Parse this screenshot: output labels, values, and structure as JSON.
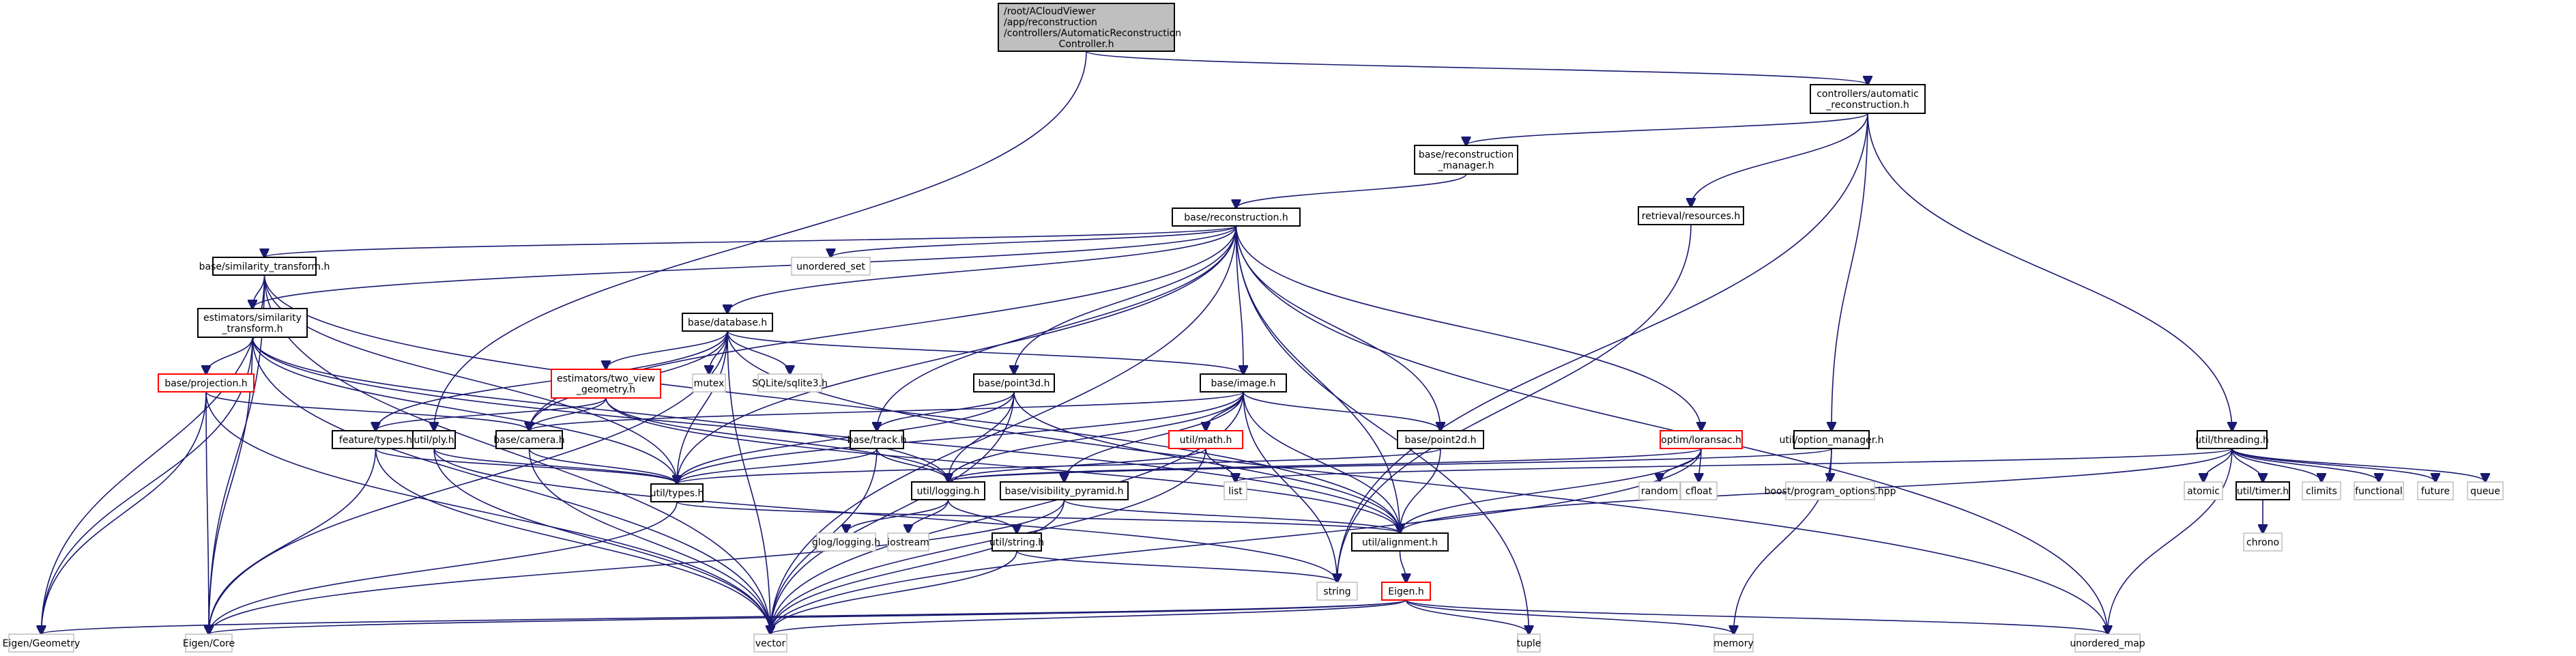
{
  "diagram": {
    "type": "include-dependency-graph",
    "colors": {
      "edge": "#191970",
      "root_fill": "#bfbfbf",
      "documented_border": "#000000",
      "incomplete_border": "#ff0000",
      "external_border": "#bfbfbf"
    },
    "nodes": [
      {
        "id": "root",
        "label": [
          "/root/ACloudViewer",
          "/app/reconstruction",
          "/controllers/AutomaticReconstruction",
          "Controller.h"
        ],
        "kind": "root"
      },
      {
        "id": "ctrl_auto",
        "label": [
          "controllers/automatic",
          "_reconstruction.h"
        ],
        "kind": "documented"
      },
      {
        "id": "recon_mgr",
        "label": [
          "base/reconstruction",
          "_manager.h"
        ],
        "kind": "documented"
      },
      {
        "id": "retrieval",
        "label": [
          "retrieval/resources.h"
        ],
        "kind": "documented"
      },
      {
        "id": "recon",
        "label": [
          "base/reconstruction.h"
        ],
        "kind": "documented"
      },
      {
        "id": "unordered_set",
        "label": [
          "unordered_set"
        ],
        "kind": "external"
      },
      {
        "id": "sim_tf",
        "label": [
          "base/similarity_transform.h"
        ],
        "kind": "documented"
      },
      {
        "id": "est_sim",
        "label": [
          "estimators/similarity",
          "_transform.h"
        ],
        "kind": "documented"
      },
      {
        "id": "database",
        "label": [
          "base/database.h"
        ],
        "kind": "documented"
      },
      {
        "id": "projection",
        "label": [
          "base/projection.h"
        ],
        "kind": "incomplete"
      },
      {
        "id": "two_view",
        "label": [
          "estimators/two_view",
          "_geometry.h"
        ],
        "kind": "incomplete"
      },
      {
        "id": "mutex",
        "label": [
          "mutex"
        ],
        "kind": "external"
      },
      {
        "id": "sqlite",
        "label": [
          "SQLite/sqlite3.h"
        ],
        "kind": "external"
      },
      {
        "id": "point3d",
        "label": [
          "base/point3d.h"
        ],
        "kind": "documented"
      },
      {
        "id": "image",
        "label": [
          "base/image.h"
        ],
        "kind": "documented"
      },
      {
        "id": "feature_types",
        "label": [
          "feature/types.h"
        ],
        "kind": "documented"
      },
      {
        "id": "ply",
        "label": [
          "util/ply.h"
        ],
        "kind": "documented"
      },
      {
        "id": "camera",
        "label": [
          "base/camera.h"
        ],
        "kind": "documented"
      },
      {
        "id": "track",
        "label": [
          "base/track.h"
        ],
        "kind": "documented"
      },
      {
        "id": "math",
        "label": [
          "util/math.h"
        ],
        "kind": "incomplete"
      },
      {
        "id": "point2d",
        "label": [
          "base/point2d.h"
        ],
        "kind": "documented"
      },
      {
        "id": "loransac",
        "label": [
          "optim/loransac.h"
        ],
        "kind": "incomplete"
      },
      {
        "id": "option_mgr",
        "label": [
          "util/option_manager.h"
        ],
        "kind": "documented"
      },
      {
        "id": "threading",
        "label": [
          "util/threading.h"
        ],
        "kind": "documented"
      },
      {
        "id": "list",
        "label": [
          "list"
        ],
        "kind": "external"
      },
      {
        "id": "random",
        "label": [
          "random"
        ],
        "kind": "external"
      },
      {
        "id": "cfloat",
        "label": [
          "cfloat"
        ],
        "kind": "external"
      },
      {
        "id": "boost_po",
        "label": [
          "boost/program_options.hpp"
        ],
        "kind": "external"
      },
      {
        "id": "atomic",
        "label": [
          "atomic"
        ],
        "kind": "external"
      },
      {
        "id": "timer",
        "label": [
          "util/timer.h"
        ],
        "kind": "documented"
      },
      {
        "id": "climits",
        "label": [
          "climits"
        ],
        "kind": "external"
      },
      {
        "id": "functional",
        "label": [
          "functional"
        ],
        "kind": "external"
      },
      {
        "id": "future",
        "label": [
          "future"
        ],
        "kind": "external"
      },
      {
        "id": "queue",
        "label": [
          "queue"
        ],
        "kind": "external"
      },
      {
        "id": "chrono",
        "label": [
          "chrono"
        ],
        "kind": "external"
      },
      {
        "id": "util_types",
        "label": [
          "util/types.h"
        ],
        "kind": "documented"
      },
      {
        "id": "logging",
        "label": [
          "util/logging.h"
        ],
        "kind": "documented"
      },
      {
        "id": "vis_pyr",
        "label": [
          "base/visibility_pyramid.h"
        ],
        "kind": "documented"
      },
      {
        "id": "alignment",
        "label": [
          "util/alignment.h"
        ],
        "kind": "documented"
      },
      {
        "id": "glog",
        "label": [
          "glog/logging.h"
        ],
        "kind": "external"
      },
      {
        "id": "iostream",
        "label": [
          "iostream"
        ],
        "kind": "external"
      },
      {
        "id": "util_string",
        "label": [
          "util/string.h"
        ],
        "kind": "documented"
      },
      {
        "id": "string",
        "label": [
          "string"
        ],
        "kind": "external"
      },
      {
        "id": "eigen_h",
        "label": [
          "Eigen.h"
        ],
        "kind": "incomplete"
      },
      {
        "id": "eigen_geom",
        "label": [
          "Eigen/Geometry"
        ],
        "kind": "external"
      },
      {
        "id": "eigen_core",
        "label": [
          "Eigen/Core"
        ],
        "kind": "external"
      },
      {
        "id": "vector",
        "label": [
          "vector"
        ],
        "kind": "external"
      },
      {
        "id": "tuple",
        "label": [
          "tuple"
        ],
        "kind": "external"
      },
      {
        "id": "memory",
        "label": [
          "memory"
        ],
        "kind": "external"
      },
      {
        "id": "unordered_map",
        "label": [
          "unordered_map"
        ],
        "kind": "external"
      }
    ],
    "edges": [
      [
        "root",
        "ctrl_auto"
      ],
      [
        "root",
        "ply"
      ],
      [
        "ctrl_auto",
        "recon_mgr"
      ],
      [
        "ctrl_auto",
        "retrieval"
      ],
      [
        "ctrl_auto",
        "string"
      ],
      [
        "ctrl_auto",
        "option_mgr"
      ],
      [
        "ctrl_auto",
        "threading"
      ],
      [
        "recon_mgr",
        "recon"
      ],
      [
        "retrieval",
        "string"
      ],
      [
        "recon",
        "unordered_set"
      ],
      [
        "recon",
        "sim_tf"
      ],
      [
        "recon",
        "est_sim"
      ],
      [
        "recon",
        "database"
      ],
      [
        "recon",
        "camera"
      ],
      [
        "recon",
        "point3d"
      ],
      [
        "recon",
        "image"
      ],
      [
        "recon",
        "track"
      ],
      [
        "recon",
        "point2d"
      ],
      [
        "recon",
        "loransac"
      ],
      [
        "recon",
        "util_types"
      ],
      [
        "recon",
        "alignment"
      ],
      [
        "recon",
        "vector"
      ],
      [
        "recon",
        "tuple"
      ],
      [
        "recon",
        "unordered_map"
      ],
      [
        "sim_tf",
        "est_sim"
      ],
      [
        "sim_tf",
        "eigen_geom"
      ],
      [
        "sim_tf",
        "eigen_core"
      ],
      [
        "sim_tf",
        "util_types"
      ],
      [
        "sim_tf",
        "alignment"
      ],
      [
        "sim_tf",
        "vector"
      ],
      [
        "est_sim",
        "projection"
      ],
      [
        "est_sim",
        "eigen_geom"
      ],
      [
        "est_sim",
        "eigen_core"
      ],
      [
        "est_sim",
        "util_types"
      ],
      [
        "est_sim",
        "logging"
      ],
      [
        "est_sim",
        "alignment"
      ],
      [
        "est_sim",
        "vector"
      ],
      [
        "database",
        "camera"
      ],
      [
        "database",
        "two_view"
      ],
      [
        "database",
        "mutex"
      ],
      [
        "database",
        "sqlite"
      ],
      [
        "database",
        "image"
      ],
      [
        "database",
        "feature_types"
      ],
      [
        "database",
        "util_types"
      ],
      [
        "database",
        "eigen_core"
      ],
      [
        "database",
        "vector"
      ],
      [
        "database",
        "unordered_map"
      ],
      [
        "projection",
        "camera"
      ],
      [
        "projection",
        "eigen_geom"
      ],
      [
        "projection",
        "eigen_core"
      ],
      [
        "projection",
        "vector"
      ],
      [
        "two_view",
        "camera"
      ],
      [
        "two_view",
        "feature_types"
      ],
      [
        "two_view",
        "logging"
      ],
      [
        "two_view",
        "alignment"
      ],
      [
        "point3d",
        "track"
      ],
      [
        "point3d",
        "util_types"
      ],
      [
        "point3d",
        "logging"
      ],
      [
        "point3d",
        "alignment"
      ],
      [
        "point3d",
        "vector"
      ],
      [
        "image",
        "camera"
      ],
      [
        "image",
        "math"
      ],
      [
        "image",
        "point2d"
      ],
      [
        "image",
        "vis_pyr"
      ],
      [
        "image",
        "util_types"
      ],
      [
        "image",
        "logging"
      ],
      [
        "image",
        "alignment"
      ],
      [
        "image",
        "string"
      ],
      [
        "image",
        "vector"
      ],
      [
        "feature_types",
        "util_types"
      ],
      [
        "feature_types",
        "eigen_core"
      ],
      [
        "feature_types",
        "vector"
      ],
      [
        "ply",
        "util_types"
      ],
      [
        "ply",
        "string"
      ],
      [
        "ply",
        "vector"
      ],
      [
        "camera",
        "util_types"
      ],
      [
        "camera",
        "vector"
      ],
      [
        "track",
        "util_types"
      ],
      [
        "track",
        "logging"
      ],
      [
        "track",
        "vector"
      ],
      [
        "math",
        "list"
      ],
      [
        "math",
        "logging"
      ],
      [
        "math",
        "vector"
      ],
      [
        "point2d",
        "util_types"
      ],
      [
        "point2d",
        "alignment"
      ],
      [
        "loransac",
        "random"
      ],
      [
        "loransac",
        "cfloat"
      ],
      [
        "loransac",
        "logging"
      ],
      [
        "loransac",
        "alignment"
      ],
      [
        "loransac",
        "vector"
      ],
      [
        "option_mgr",
        "boost_po"
      ],
      [
        "option_mgr",
        "logging"
      ],
      [
        "option_mgr",
        "memory"
      ],
      [
        "threading",
        "atomic"
      ],
      [
        "threading",
        "timer"
      ],
      [
        "threading",
        "climits"
      ],
      [
        "threading",
        "functional"
      ],
      [
        "threading",
        "future"
      ],
      [
        "threading",
        "queue"
      ],
      [
        "threading",
        "list"
      ],
      [
        "threading",
        "alignment"
      ],
      [
        "threading",
        "unordered_map"
      ],
      [
        "timer",
        "chrono"
      ],
      [
        "util_types",
        "alignment"
      ],
      [
        "util_types",
        "eigen_core"
      ],
      [
        "logging",
        "glog"
      ],
      [
        "logging",
        "iostream"
      ],
      [
        "logging",
        "util_string"
      ],
      [
        "vis_pyr",
        "alignment"
      ],
      [
        "vis_pyr",
        "eigen_core"
      ],
      [
        "vis_pyr",
        "vector"
      ],
      [
        "util_string",
        "string"
      ],
      [
        "util_string",
        "vector"
      ],
      [
        "alignment",
        "eigen_h"
      ],
      [
        "eigen_h",
        "eigen_geom"
      ],
      [
        "eigen_h",
        "eigen_core"
      ],
      [
        "eigen_h",
        "vector"
      ],
      [
        "eigen_h",
        "tuple"
      ],
      [
        "eigen_h",
        "memory"
      ],
      [
        "eigen_h",
        "unordered_map"
      ]
    ]
  }
}
